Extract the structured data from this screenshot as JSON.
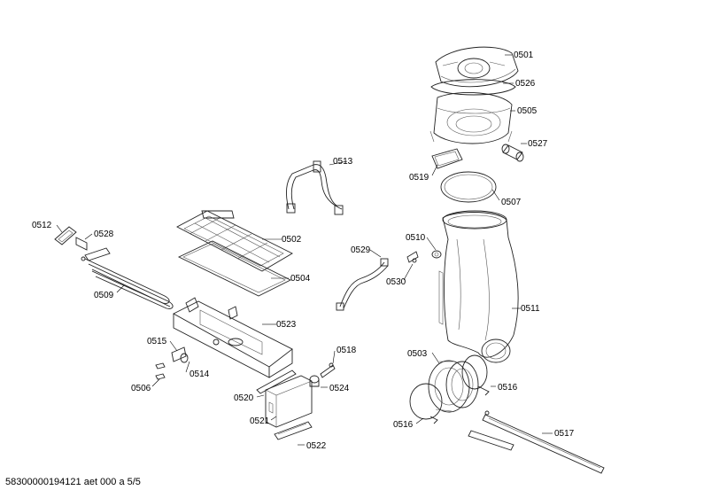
{
  "diagram": {
    "labels": {
      "p0501": "0501",
      "p0526": "0526",
      "p0505": "0505",
      "p0527": "0527",
      "p0513": "0513",
      "p0519": "0519",
      "p0507": "0507",
      "p0512": "0512",
      "p0528": "0528",
      "p0502": "0502",
      "p0510": "0510",
      "p0529": "0529",
      "p0504": "0504",
      "p0530": "0530",
      "p0509": "0509",
      "p0511": "0511",
      "p0523": "0523",
      "p0515": "0515",
      "p0518": "0518",
      "p0503": "0503",
      "p0514": "0514",
      "p0516a": "0516",
      "p0506": "0506",
      "p0524": "0524",
      "p0520": "0520",
      "p0521": "0521",
      "p0516b": "0516",
      "p0517": "0517",
      "p0522": "0522"
    }
  },
  "footer": {
    "text": "58300000194121 aet 000 a 5/5"
  }
}
